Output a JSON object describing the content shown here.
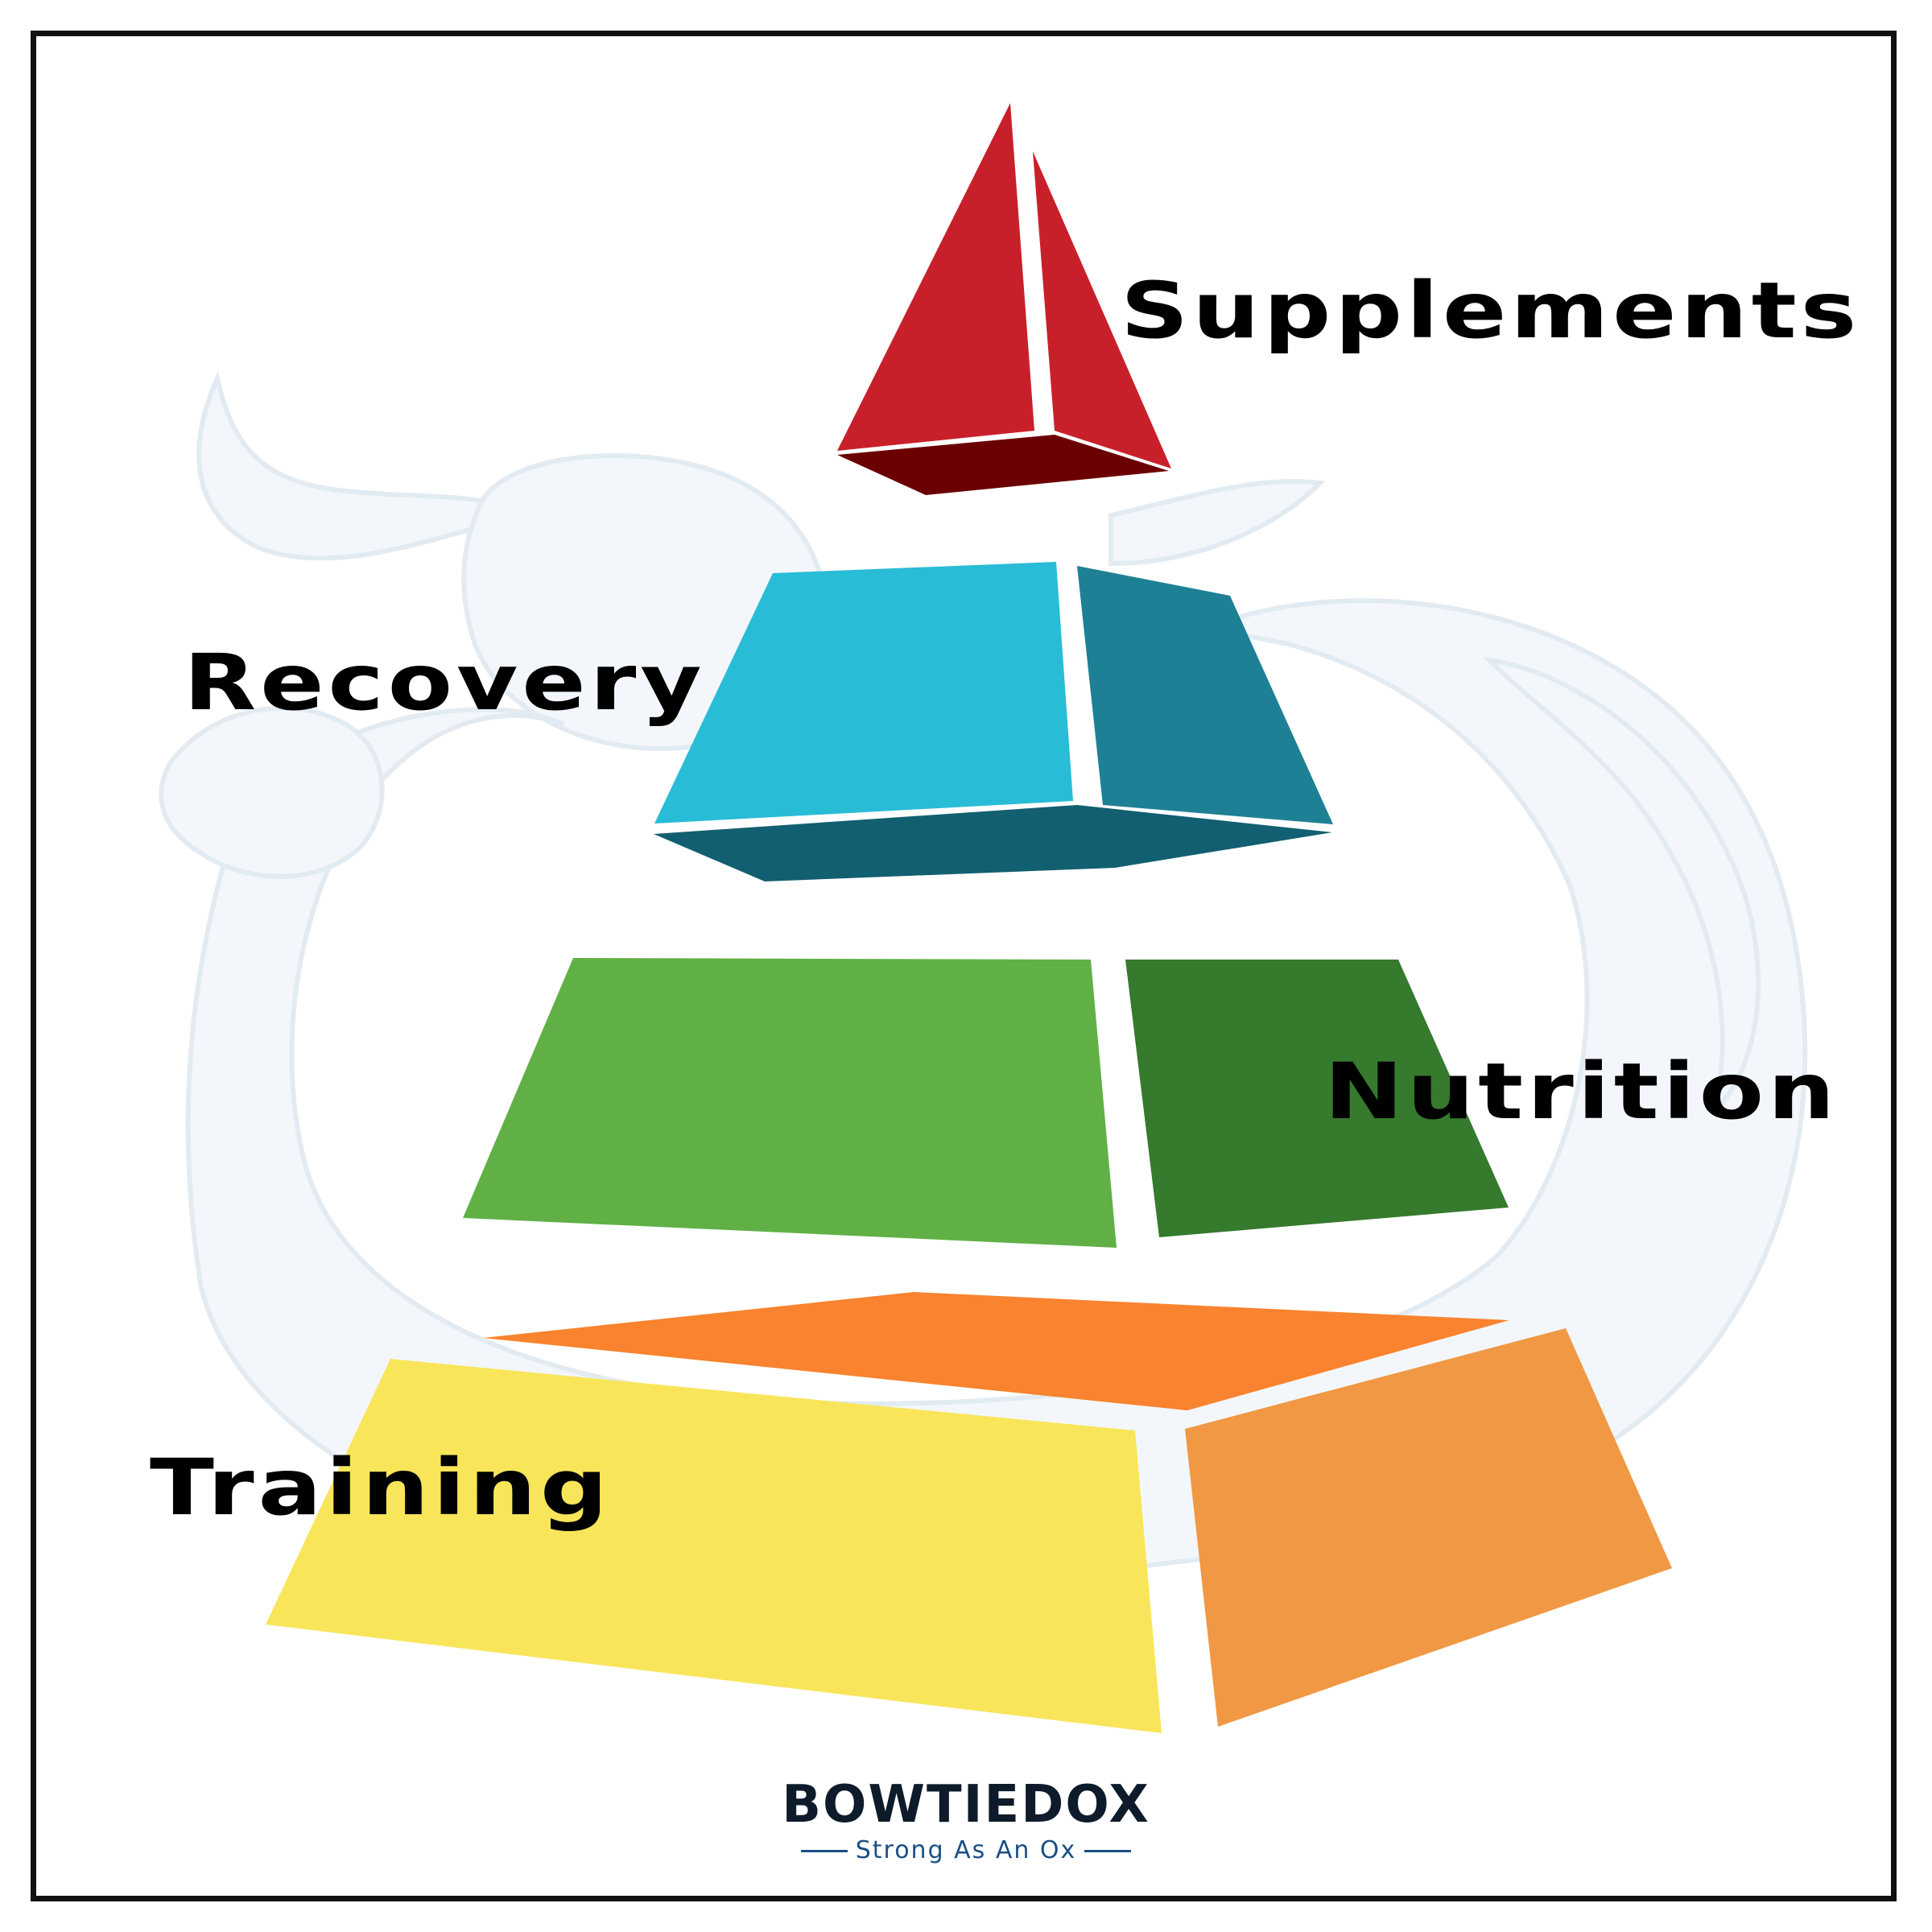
{
  "tiers": [
    {
      "label": "Supplements",
      "front_color": "#c8202a",
      "side_color": "#c8202a",
      "base_color": "#6b0000"
    },
    {
      "label": "Recovery",
      "front_color": "#29bcd6",
      "side_color": "#1e8094",
      "base_color": "#125f71"
    },
    {
      "label": "Nutrition",
      "front_color": "#60b046",
      "side_color": "#357a2d"
    },
    {
      "label": "Training",
      "front_color": "#f9e55a",
      "side_color": "#f09844",
      "top_color": "#f9832e"
    }
  ],
  "watermark": {
    "icon": "ox-mascot-icon",
    "color": "#e3ebf2"
  },
  "brand": {
    "name": "BOWTIEDOX",
    "tagline": "Strong As An Ox",
    "name_color": "#0d1b2a",
    "tagline_color": "#1a4f86"
  },
  "frame_color": "#111111"
}
